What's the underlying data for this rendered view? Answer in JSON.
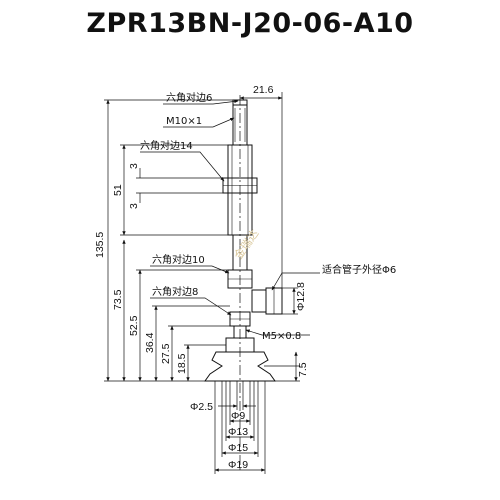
{
  "title": "ZPR13BN-J20-06-A10",
  "callouts": {
    "hex6": "六角对边6",
    "thread": "M10×1",
    "hex14": "六角对边14",
    "hex10": "六角对边10",
    "hex8": "六角对边8",
    "tube": "适合管子外径Φ6",
    "port_thread": "M5×0.8"
  },
  "dimensions": {
    "top_width": "21.6",
    "h51": "51",
    "h3a": "3",
    "h3b": "3",
    "h135_5": "135.5",
    "h73_5": "73.5",
    "h52_5": "52.5",
    "h36_4": "36.4",
    "h27_5": "27.5",
    "h18_5": "18.5",
    "h7_5": "7.5",
    "d12_8": "Φ12.8",
    "d2_5": "Φ2.5",
    "d9": "Φ9",
    "d13": "Φ13",
    "d15": "Φ15",
    "d19": "Φ19"
  },
  "watermark": "金瑞达"
}
